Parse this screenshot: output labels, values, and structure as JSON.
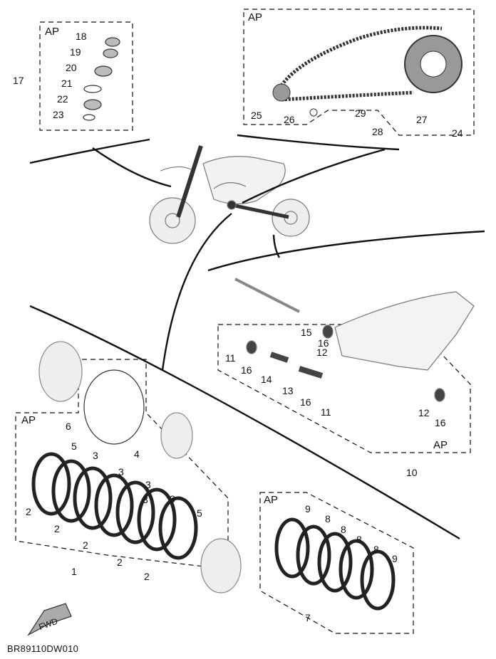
{
  "ap_text": "AP",
  "fwd_text": "FWD",
  "drawing_code": "BR89110DW010",
  "labels": {
    "n1": "1",
    "n2a": "2",
    "n2b": "2",
    "n2c": "2",
    "n2d": "2",
    "n2e": "2",
    "n3a": "3",
    "n3b": "3",
    "n3c": "3",
    "n3d": "3",
    "n3e": "3",
    "n4": "4",
    "n5a": "5",
    "n5b": "5",
    "n6": "6",
    "n7": "7",
    "n8a": "8",
    "n8b": "8",
    "n8c": "8",
    "n8d": "8",
    "n9a": "9",
    "n9b": "9",
    "n10": "10",
    "n11a": "11",
    "n11b": "11",
    "n12a": "12",
    "n12b": "12",
    "n13": "13",
    "n14": "14",
    "n15": "15",
    "n16a": "16",
    "n16b": "16",
    "n16c": "16",
    "n16d": "16",
    "n17": "17",
    "n18": "18",
    "n19": "19",
    "n20": "20",
    "n21": "21",
    "n22": "22",
    "n23": "23",
    "n24": "24",
    "n25": "25",
    "n26": "26",
    "n27": "27",
    "n28": "28",
    "n29": "29"
  }
}
